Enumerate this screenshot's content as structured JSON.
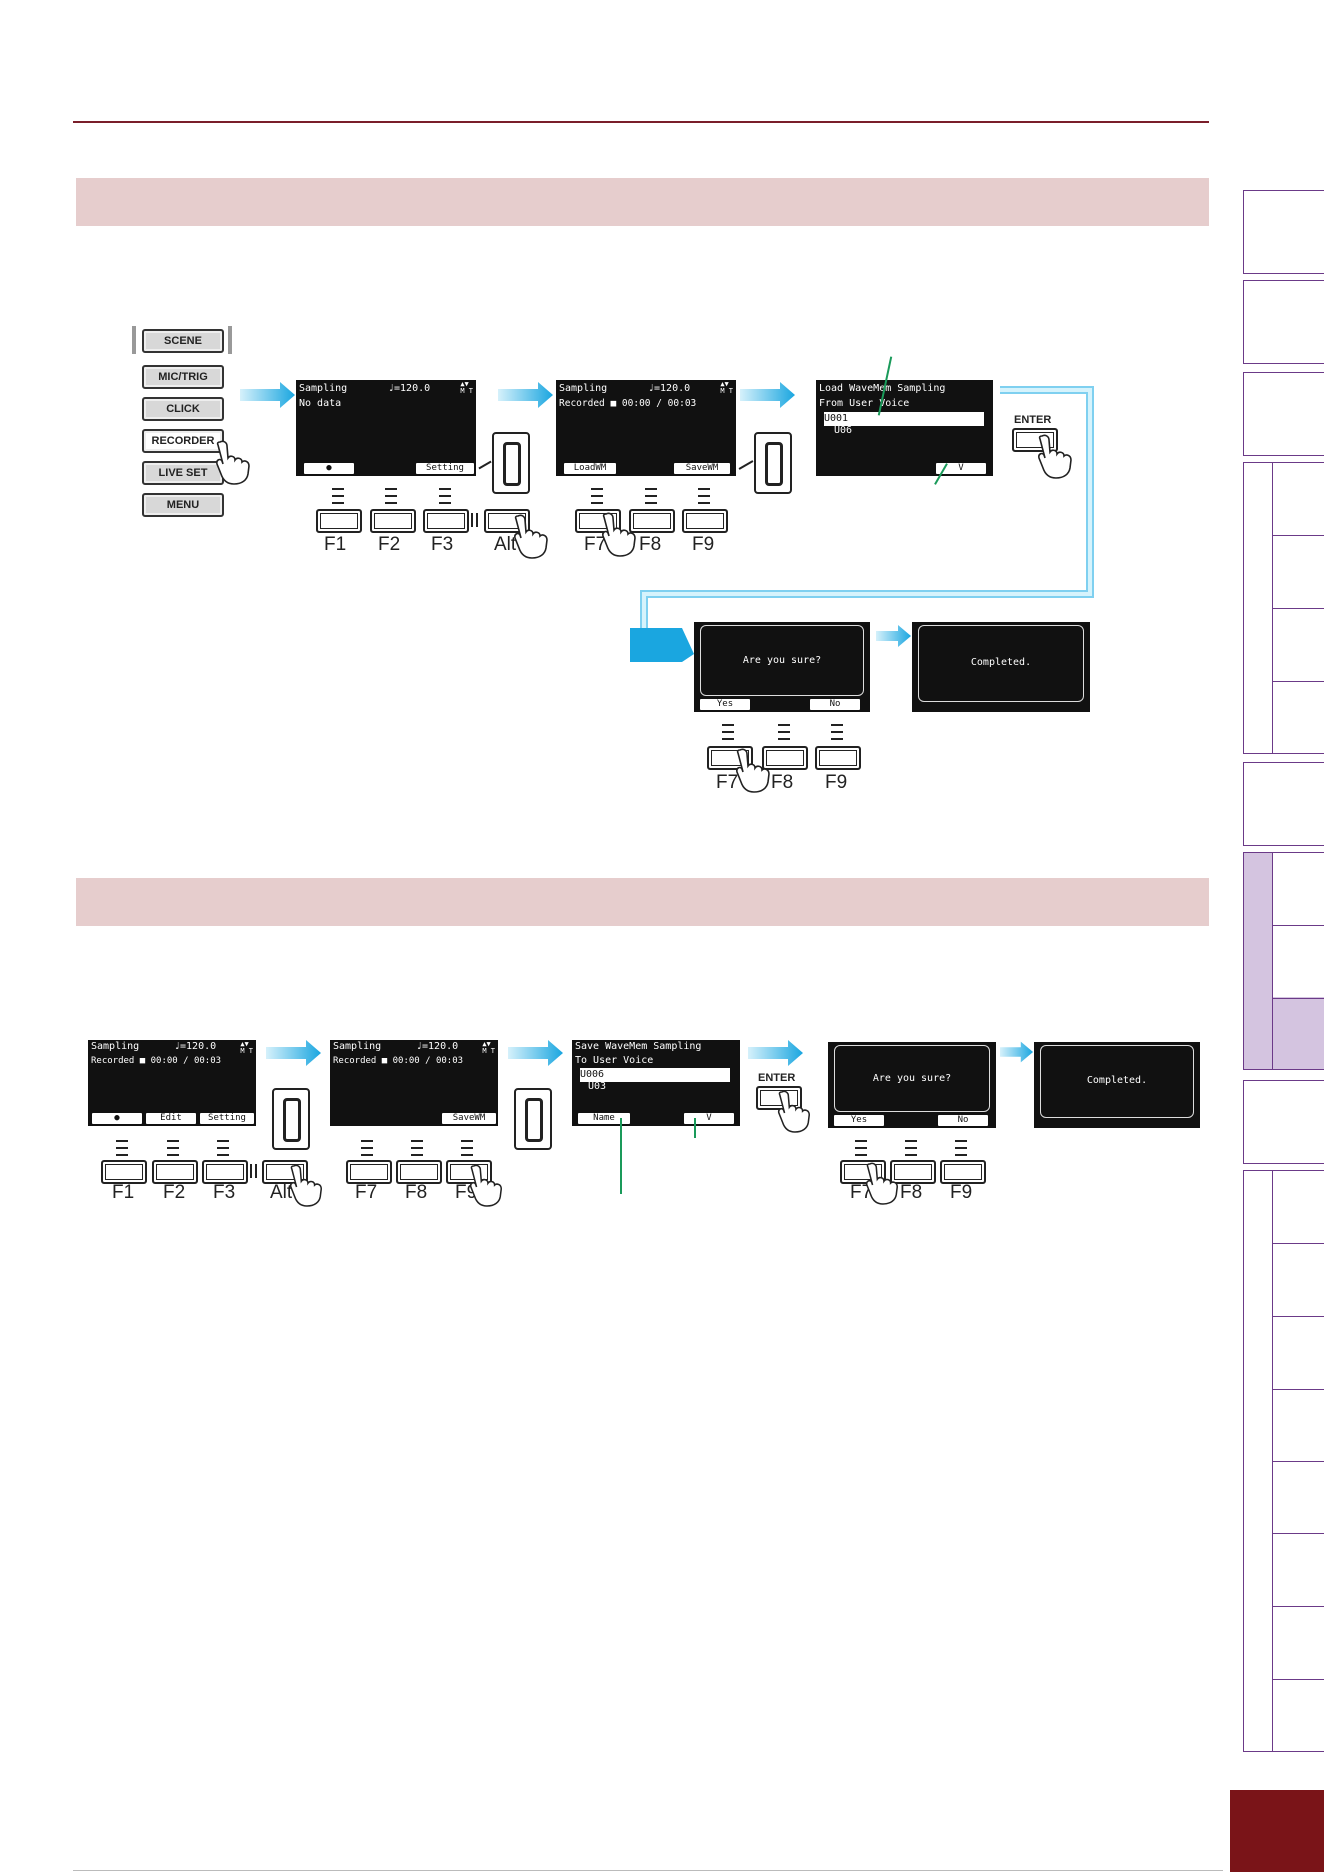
{
  "section1": {
    "mode_buttons": [
      "SCENE",
      "MIC/TRIG",
      "CLICK",
      "RECORDER",
      "LIVE SET",
      "MENU"
    ],
    "screen1": {
      "line1": "Sampling",
      "tempo": "♩=120.0",
      "line2": "No data",
      "fkey1": "●",
      "fkey3": "Setting"
    },
    "screen2": {
      "line1": "Sampling",
      "tempo": "♩=120.0",
      "line2": "Recorded ■ 00:00 / 00:03",
      "fkey1": "LoadWM",
      "fkey3": "SaveWM"
    },
    "screen3": {
      "line1": "Load WaveMem Sampling",
      "line2": "From User Voice",
      "item1": "U001",
      "item2": "U06",
      "fkey3": "V"
    },
    "enter_label": "ENTER",
    "confirm": {
      "message": "Are you sure?",
      "yes": "Yes",
      "no": "No"
    },
    "done": {
      "message": "Completed."
    },
    "fkeys_a": [
      "F1",
      "F2",
      "F3",
      "Alt"
    ],
    "fkeys_b": [
      "F7",
      "F8",
      "F9"
    ],
    "fkeys_c": [
      "F7",
      "F8",
      "F9"
    ]
  },
  "section2": {
    "screen1": {
      "line1": "Sampling",
      "tempo": "♩=120.0",
      "line2": "Recorded ■ 00:00 / 00:03",
      "fkey1": "●",
      "fkey2": "Edit",
      "fkey3": "Setting"
    },
    "screen2": {
      "line1": "Sampling",
      "tempo": "♩=120.0",
      "line2": "Recorded ■ 00:00 / 00:03",
      "fkey3": "SaveWM"
    },
    "screen3": {
      "line1": "Save WaveMem Sampling",
      "line2": "To User Voice",
      "item1": "U006",
      "item2": "U03",
      "fkey1": "Name",
      "fkey3": "V"
    },
    "enter_label": "ENTER",
    "confirm": {
      "message": "Are you sure?",
      "yes": "Yes",
      "no": "No"
    },
    "done": {
      "message": "Completed."
    },
    "fkeys_a": [
      "F1",
      "F2",
      "F3",
      "Alt"
    ],
    "fkeys_b": [
      "F7",
      "F8",
      "F9"
    ],
    "fkeys_c": [
      "F7",
      "F8",
      "F9"
    ]
  },
  "colors": {
    "accent_line": "#7a1e2a",
    "band": "#e6cdcd",
    "arrow": "#29b6e8",
    "tab_purple": "#6b3a88",
    "tab_highlight": "#d4c4e0",
    "page_box": "#7a1418",
    "callout": "#1a9a5a"
  }
}
